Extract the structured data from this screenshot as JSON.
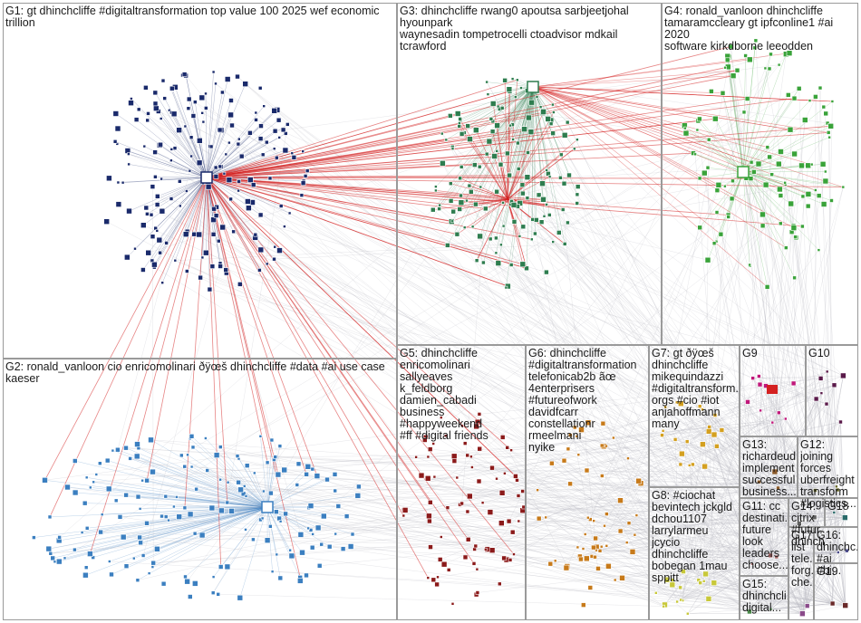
{
  "groups": [
    {
      "id": "G1",
      "label": "G1: gt dhinchcliffe #digitaltransformation top value 100 2025 wef economic trillion",
      "color": "#1a2a6b"
    },
    {
      "id": "G2",
      "label": "G2: ronald_vanloon cio enricomolinari ðÿœš dhinchcliffe #data #ai use case kaeser",
      "color": "#3b7fc0"
    },
    {
      "id": "G3",
      "label": "G3: dhinchcliffe rwang0 apoutsa sarbjeetjohal hyounpark\nwaynesadin tompetrocelli ctoadvisor mdkail tcrawford",
      "color": "#2e7d4f"
    },
    {
      "id": "G4",
      "label": "G4: ronald_vanloon dhinchcliffe\ntamaramccleary gt ipfconline1 #ai 2020\nsoftware kirkdborne leeodden",
      "color": "#3aa33a"
    },
    {
      "id": "G5",
      "label": "G5: dhinchcliffe\nenricomolinari sallyeaves\nk_feldborg damien_cabadi\nbusiness #happyweekend\n#ff #digital friends",
      "color": "#8b1a1a"
    },
    {
      "id": "G6",
      "label": "G6: dhinchcliffe\n#digitaltransformation\ntelefonicab2b ãœ\n4enterprisers\n#futureofwork davidfcarr\nconstellationr rmeelmani\nnyike",
      "color": "#c77a1a"
    },
    {
      "id": "G7",
      "label": "G7: gt ðÿœš\ndhinchcliffe\nmikequindazzi\n#digitaltransform...\norgs #cio #iot\nanjahoffmann\nmany",
      "color": "#d4a020"
    },
    {
      "id": "G8",
      "label": "G8: #ciochat\nbevintech jckgld\ndchou1107\nlarrylarmeu jcycio\ndhinchcliffe\nbobegan 1mau\nsppitt",
      "color": "#c8c83a"
    },
    {
      "id": "G9",
      "label": "G9",
      "color": "#c0187a"
    },
    {
      "id": "G10",
      "label": "G10",
      "color": "#5a1a4a"
    },
    {
      "id": "G11",
      "label": "G11: cc\ndestinati...\nfuture\nlook\nleaders\nchoose...",
      "color": "#a06060"
    },
    {
      "id": "G12",
      "label": "G12: joining\nforces\nuberfreight\ntransform\n#logistics...",
      "color": "#6a6a2a"
    },
    {
      "id": "G13",
      "label": "G13:\nrichardeud\nimplement\nsuccessful\nbusiness...",
      "color": "#8a5a2a"
    },
    {
      "id": "G14",
      "label": "G14:\ncitrix\n#futur...\ndhinch...",
      "color": "#606060"
    },
    {
      "id": "G15",
      "label": "G15:\ndhinchcli...\ndigital...",
      "color": "#4a8a4a"
    },
    {
      "id": "G16",
      "label": "G16:\ndhinchc...\n#ai #bi...",
      "color": "#4a4a8a"
    },
    {
      "id": "G17",
      "label": "G17:\nlist\ntele...\nforg...\nche...",
      "color": "#8a4a8a"
    },
    {
      "id": "G18",
      "label": "G18",
      "color": "#2a6a6a"
    },
    {
      "id": "G19",
      "label": "G19",
      "color": "#6a2a2a"
    }
  ],
  "colors": {
    "edge": "#b8b8c0",
    "edge_strong": "#d42020",
    "panel_border": "#9a9a9a"
  }
}
